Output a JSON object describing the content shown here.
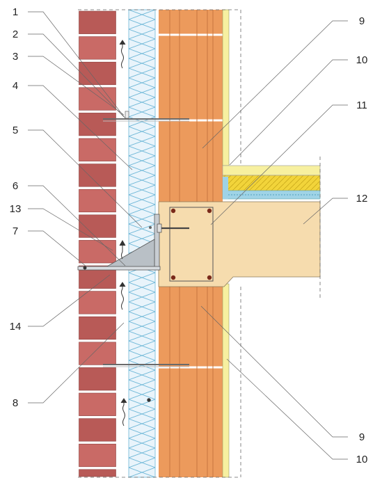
{
  "callouts": {
    "left": [
      "1",
      "2",
      "3",
      "4",
      "5",
      "6",
      "13",
      "7",
      "14",
      "8"
    ],
    "right": [
      "9",
      "10",
      "11",
      "12",
      "9",
      "10"
    ]
  },
  "colors": {
    "brick": "#c96a66",
    "brick_dark": "#b85a57",
    "mortar": "#ffffff",
    "insulation": "#e9f4fb",
    "insulation_lines": "#6fb8d8",
    "block": "#ec9a5c",
    "block_line": "#c9773f",
    "block_joint": "#ffffff",
    "plaster": "#f7f0a0",
    "slab": "#f6dcae",
    "floor_yellow": "#f2d43a",
    "floor_blue": "#9fd3e6",
    "bracket": "#9aa4ad",
    "leader": "#555555"
  }
}
